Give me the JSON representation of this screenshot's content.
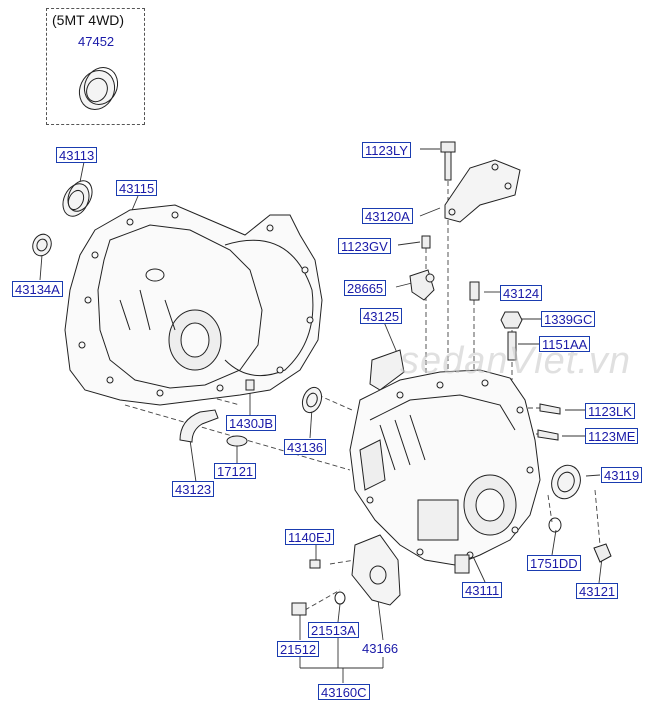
{
  "inset": {
    "variant": "(5MT 4WD)",
    "part": "47452"
  },
  "watermark": "sedanViet.vn",
  "labels": {
    "p43113": "43113",
    "p43115": "43115",
    "p43134A": "43134A",
    "p1430JB": "1430JB",
    "p43136": "43136",
    "p17121": "17121",
    "p43123": "43123",
    "p1123LY": "1123LY",
    "p43120A": "43120A",
    "p1123GV": "1123GV",
    "p28665": "28665",
    "p43124": "43124",
    "p1339GC": "1339GC",
    "p1151AA": "1151AA",
    "p43125": "43125",
    "p1123LK": "1123LK",
    "p1123ME": "1123ME",
    "p43119": "43119",
    "p1140EJ": "1140EJ",
    "p1751DD": "1751DD",
    "p43121": "43121",
    "p43111": "43111",
    "p21513A": "21513A",
    "p43166": "43166",
    "p21512": "21512",
    "p43160C": "43160C"
  }
}
